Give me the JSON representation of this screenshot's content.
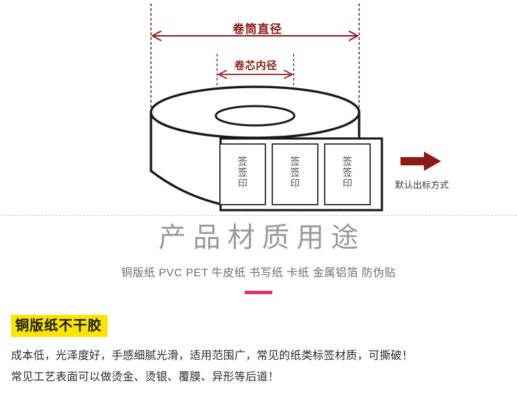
{
  "diagram": {
    "outer_diameter_label": "卷筒直径",
    "inner_core_label": "卷芯内径",
    "label_cells": [
      {
        "line1": "签",
        "line2": "签",
        "line3": "印"
      },
      {
        "line1": "签",
        "line2": "签",
        "line3": "印"
      },
      {
        "line1": "签",
        "line2": "签",
        "line3": "印"
      }
    ],
    "feed_direction_note": "默认出标方式",
    "colors": {
      "dimension_red": "#8c1b17",
      "arrow_red": "#8c1b17",
      "outline_black": "#1a1a1a",
      "cell_text_gray": "#4a4a4a"
    }
  },
  "material_section": {
    "title": "产品材质用途",
    "subtitle": "铜版纸 PVC PET 牛皮纸 书写纸 卡纸 金属铝箔 防伪贴",
    "underline_color": "#e0326a",
    "title_color": "#9a9a9a"
  },
  "description": {
    "heading": "铜版纸不干胶",
    "heading_highlight_color": "#fbe400",
    "lines": [
      "成本低，光泽度好，手感细腻光滑，适用范围广，常见的纸类标签材质，可撕破！",
      "常见工艺表面可以做烫金、烫银、覆膜、异形等后道！"
    ]
  }
}
